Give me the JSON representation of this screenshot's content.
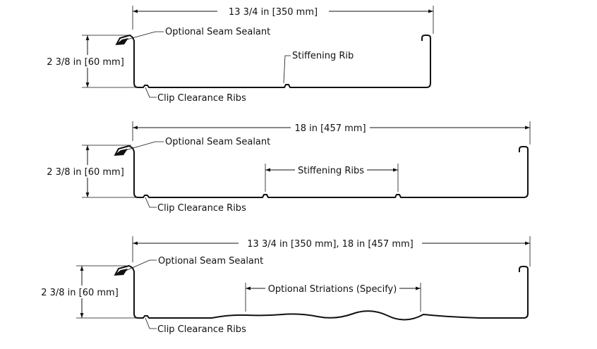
{
  "panels": [
    {
      "width_label": "13 3/4 in [350 mm]",
      "height_label": "2 3/8 in [60 mm]",
      "seam_label": "Optional Seam Sealant",
      "clip_label": "Clip Clearance Ribs",
      "feature_label": "Stiffening Rib"
    },
    {
      "width_label": "18 in [457 mm]",
      "height_label": "2 3/8 in [60 mm]",
      "seam_label": "Optional Seam Sealant",
      "clip_label": "Clip Clearance Ribs",
      "feature_label": "Stiffening Ribs"
    },
    {
      "width_label": "13 3/4 in [350 mm], 18 in [457 mm]",
      "height_label": "2 3/8 in [60 mm]",
      "seam_label": "Optional Seam Sealant",
      "clip_label": "Clip Clearance Ribs",
      "feature_label": "Optional Striations (Specify)"
    }
  ]
}
